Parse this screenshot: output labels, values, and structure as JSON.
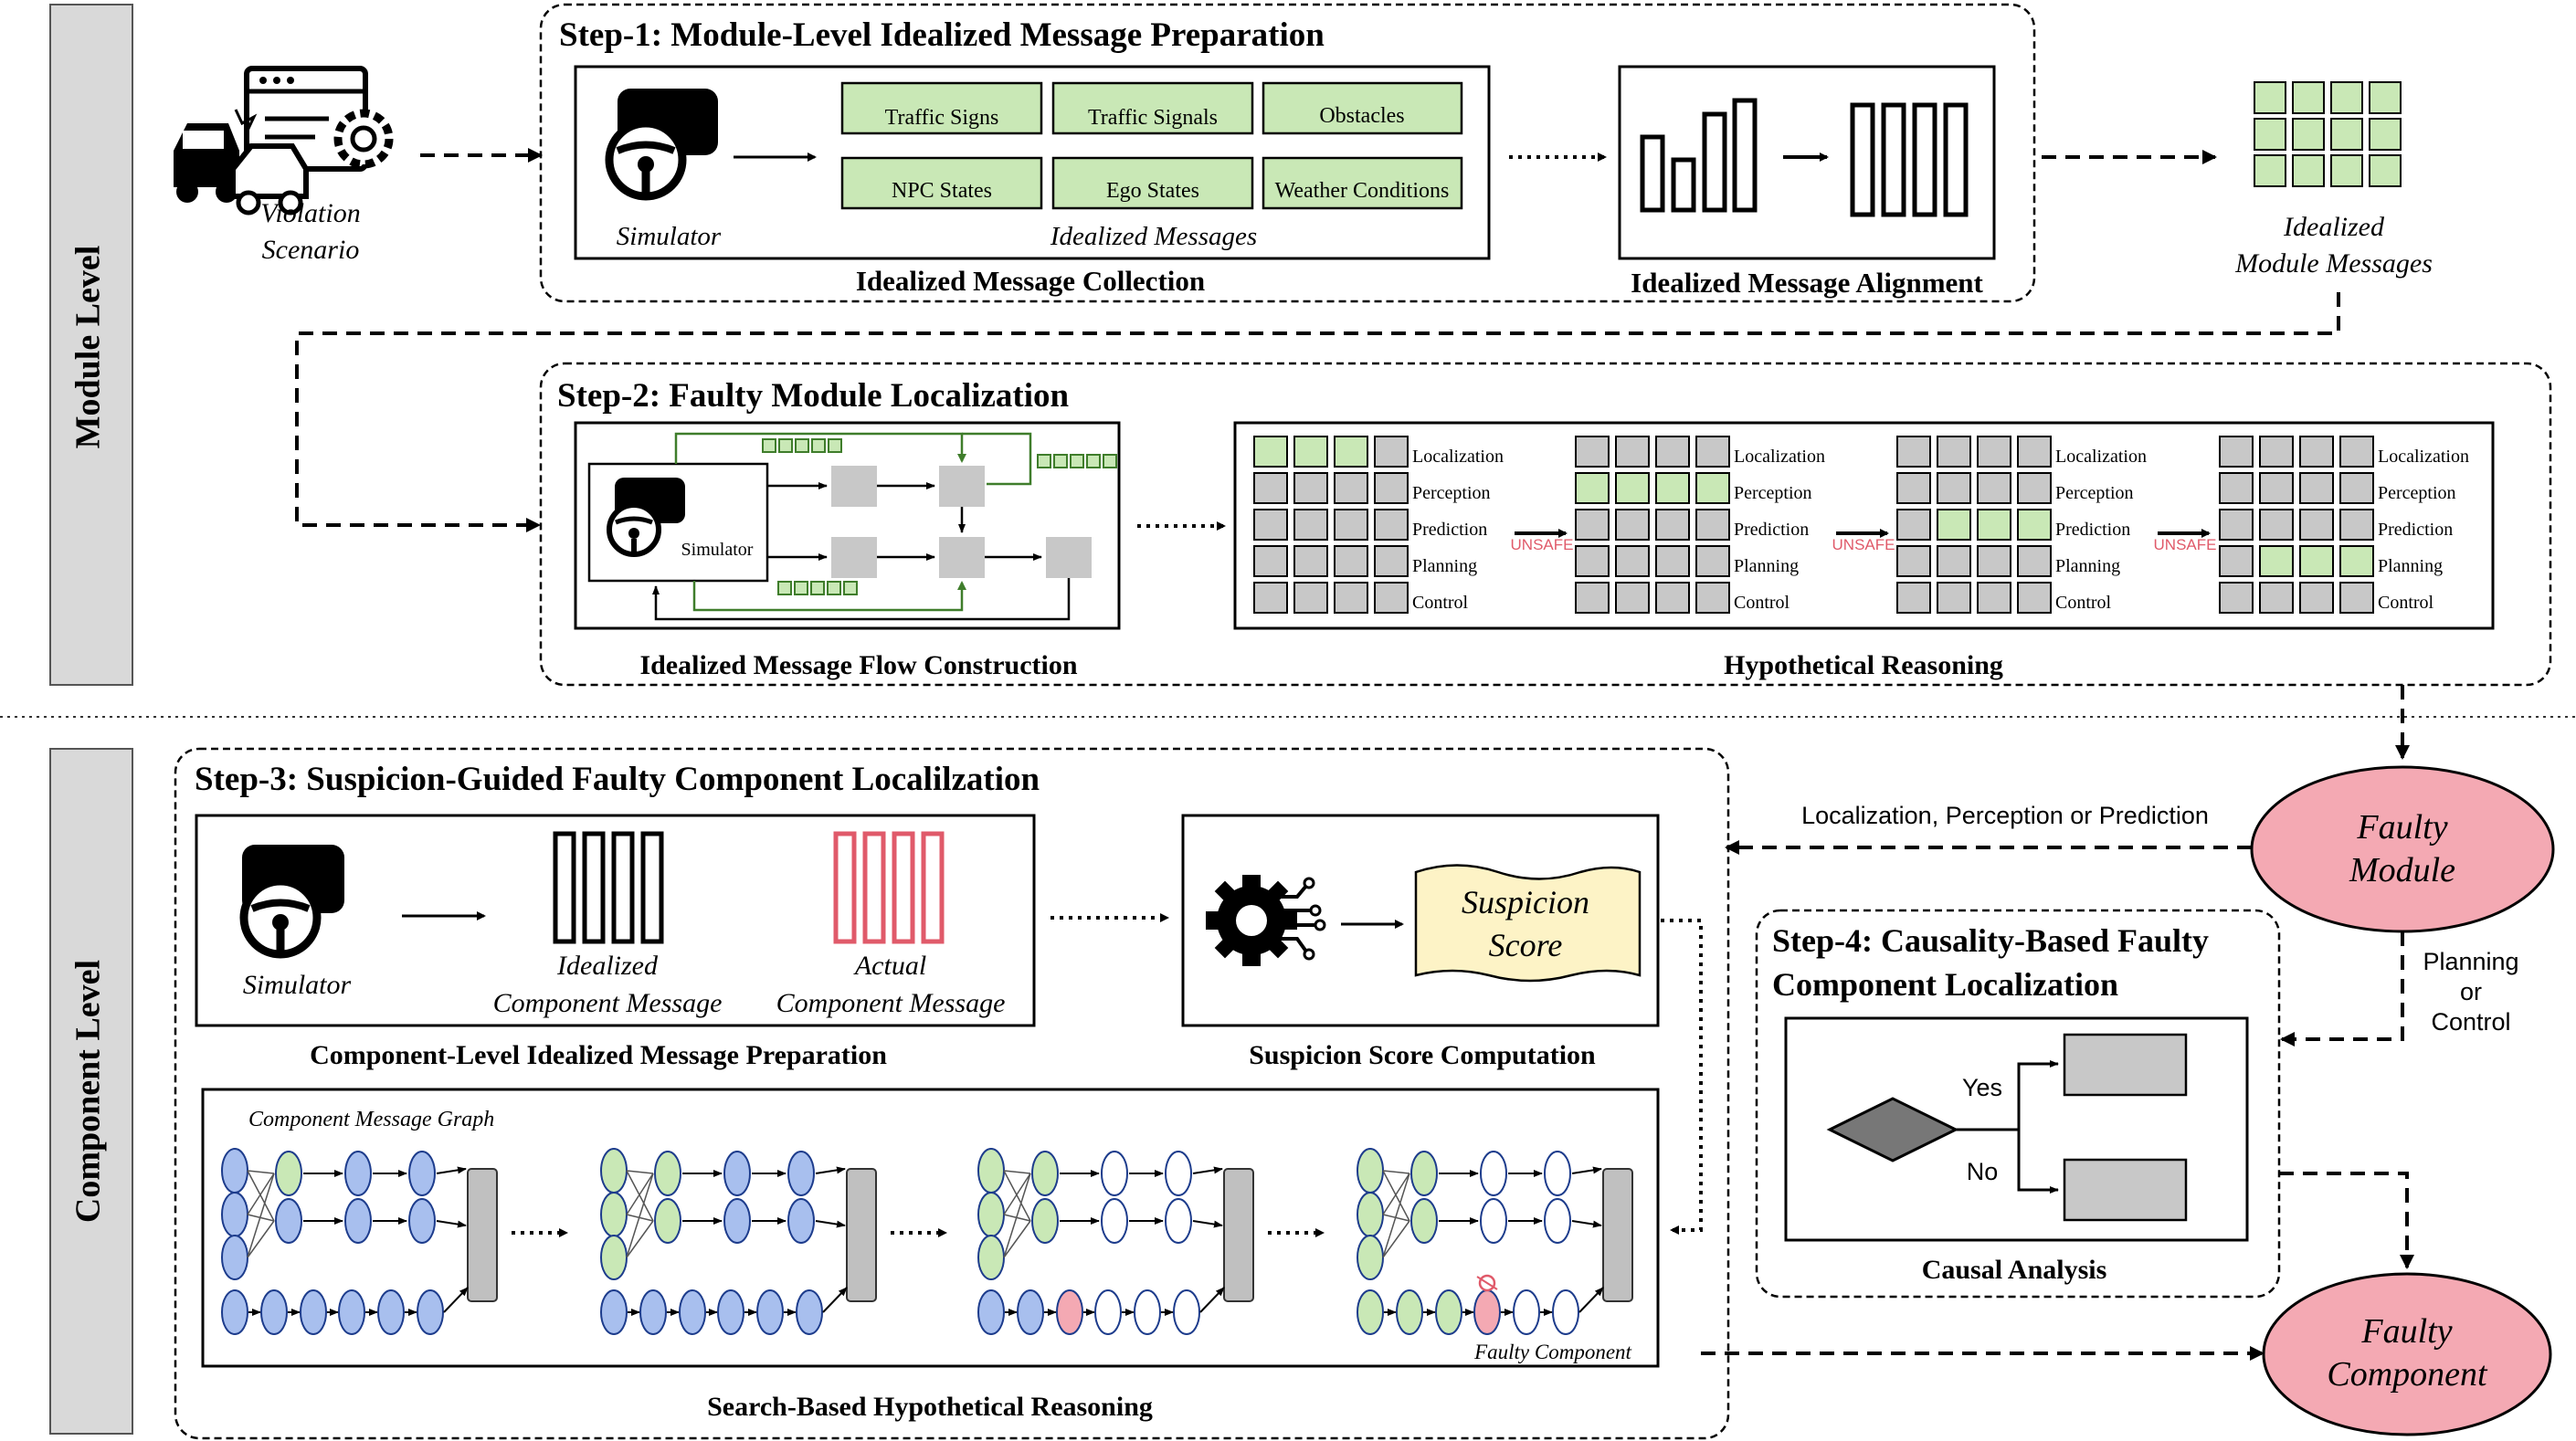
{
  "side_labels": {
    "module": "Module Level",
    "component": "Component Level"
  },
  "violation": {
    "line1": "Violation",
    "line2": "Scenario"
  },
  "step1": {
    "title": "Step-1: Module-Level Idealized Message Preparation",
    "simulator": "Simulator",
    "messages": [
      "Traffic Signs",
      "Traffic Signals",
      "Obstacles",
      "NPC States",
      "Ego States",
      "Weather Conditions"
    ],
    "messages_caption": "Idealized Messages",
    "collection": "Idealized Message Collection",
    "alignment": "Idealized Message Alignment"
  },
  "idealized_module": {
    "line1": "Idealized",
    "line2": "Module Messages"
  },
  "step2": {
    "title": "Step-2: Faulty Module Localization",
    "simulator": "Simulator",
    "flow": "Idealized Message Flow Construction",
    "hypothetical": "Hypothetical Reasoning",
    "modules": [
      "Localization",
      "Perception",
      "Prediction",
      "Planning",
      "Control"
    ],
    "unsafe": "UNSAFE"
  },
  "step3": {
    "title": "Step-3: Suspicion-Guided Faulty Component Localilzation",
    "simulator": "Simulator",
    "idealized": {
      "line1": "Idealized",
      "line2": "Component Message"
    },
    "actual": {
      "line1": "Actual",
      "line2": "Component Message"
    },
    "prep": "Component-Level Idealized Message Preparation",
    "suspicion": {
      "line1": "Suspicion",
      "line2": "Score"
    },
    "score_comp": "Suspicion Score Computation",
    "graph_label": "Component Message Graph",
    "faulty_component": "Faulty Component",
    "search": "Search-Based Hypothetical Reasoning"
  },
  "step4": {
    "title_line1": "Step-4: Causality-Based Faulty",
    "title_line2": "Component Localization",
    "yes": "Yes",
    "no": "No",
    "causal": "Causal Analysis"
  },
  "faulty_module": {
    "line1": "Faulty",
    "line2": "Module"
  },
  "faulty_component": {
    "line1": "Faulty",
    "line2": "Component"
  },
  "edge_lpp": "Localization, Perception or Prediction",
  "edge_pc": {
    "line1": "Planning",
    "line2": "or",
    "line3": "Control"
  },
  "colors": {
    "green": "#c9e8b6",
    "gray": "#c8c8c8",
    "blue_node": "#a8bfee",
    "red": "#e05a6a",
    "pink": "#f4a9b3",
    "yellow": "#fdf3c6",
    "side_gray": "#d9d9d9"
  }
}
